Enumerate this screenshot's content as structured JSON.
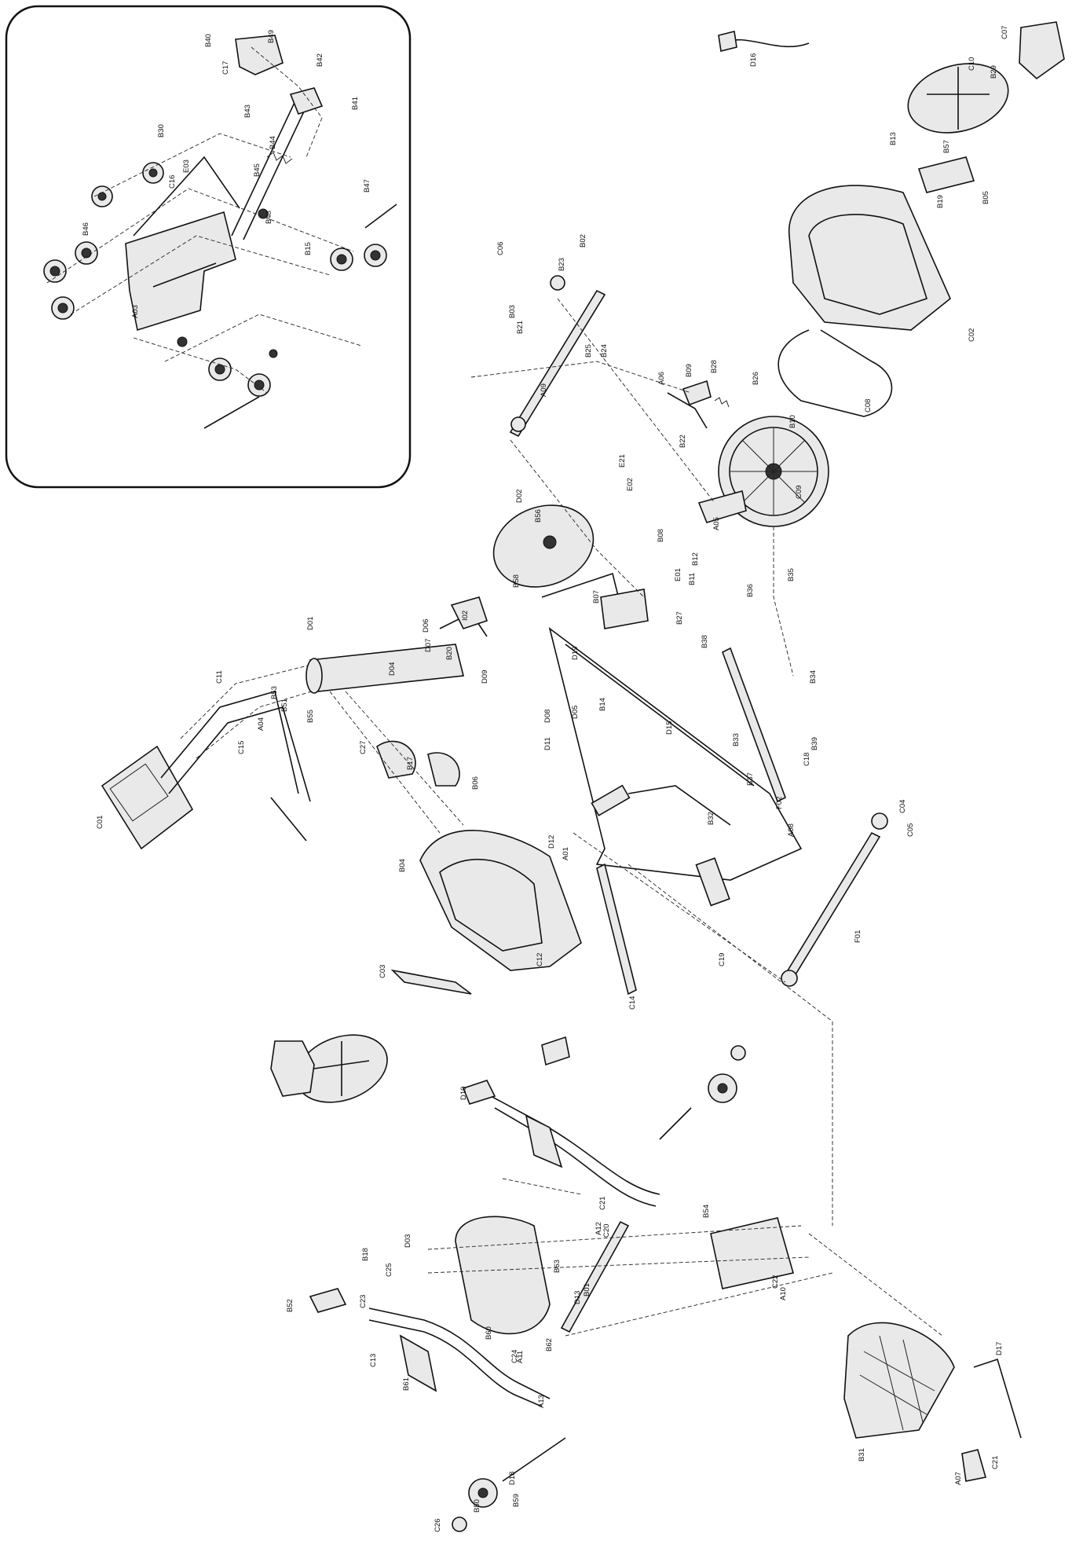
{
  "labels": [
    "B40",
    "B49",
    "C17",
    "B42",
    "B41",
    "B43",
    "B44",
    "B45",
    "B48",
    "B47",
    "B46",
    "B30",
    "C16",
    "E03",
    "B15",
    "A03",
    "D16",
    "C07",
    "C10",
    "B29",
    "B13",
    "B57",
    "B19",
    "B05",
    "C02",
    "C08",
    "C09",
    "B10",
    "B26",
    "B28",
    "B09",
    "A06",
    "B22",
    "E21",
    "E02",
    "E01",
    "A05",
    "B12",
    "B11",
    "B27",
    "B08",
    "B36",
    "B35",
    "B34",
    "B38",
    "B33",
    "B37",
    "B32",
    "F02",
    "B39",
    "C18",
    "C19",
    "C04",
    "C05",
    "C06",
    "B02",
    "B23",
    "B03",
    "B21",
    "B24",
    "B25",
    "A09",
    "D02",
    "B56",
    "B58",
    "B07",
    "D19",
    "B14",
    "D15",
    "D08",
    "D05",
    "D11",
    "D06",
    "D07",
    "D04",
    "D09",
    "D12",
    "A01",
    "A08",
    "F01",
    "C14",
    "I02",
    "D01",
    "C01",
    "C11",
    "A04",
    "B55",
    "B53",
    "B51",
    "C15",
    "C27",
    "B17",
    "B06",
    "B20",
    "B04",
    "C03",
    "C12",
    "A07",
    "D17",
    "B52",
    "B18",
    "C25",
    "D03",
    "C13",
    "C23",
    "B61",
    "B60",
    "C24",
    "A11",
    "A13",
    "D18",
    "D10",
    "D13",
    "B62",
    "B63",
    "B01",
    "A10",
    "A12",
    "C20",
    "C21",
    "B31",
    "B54",
    "C22",
    "C26",
    "B59",
    "B50",
    "C21"
  ],
  "icons": [
    "exploded-parts-diagram",
    "inset-detail-frame"
  ]
}
